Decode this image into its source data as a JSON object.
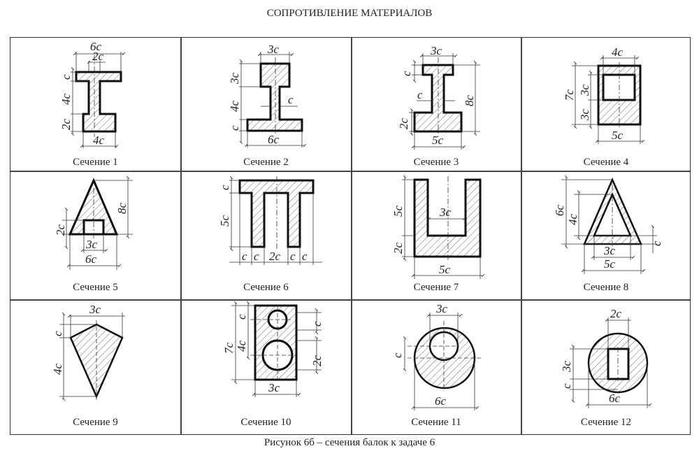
{
  "document": {
    "title": "СОПРОТИВЛЕНИЕ МАТЕРИАЛОВ",
    "figure_caption": "Рисунок 6б – сечения балок к задаче 6"
  },
  "sections": [
    {
      "caption": "Сечение 1",
      "shape": "asymmetric I-beam",
      "dims": {
        "top_width": "6c",
        "web_width": "2c",
        "top_flange": "c",
        "web_height": "4c",
        "bottom_flange": "2c",
        "bottom_width": "4c"
      }
    },
    {
      "caption": "Сечение 2",
      "shape": "I-beam with square top",
      "dims": {
        "top_width": "3c",
        "top_height": "3c",
        "web_height": "4c",
        "web_width": "c",
        "bottom_flange": "c",
        "bottom_width": "6c"
      }
    },
    {
      "caption": "Сечение 3",
      "shape": "I-beam",
      "dims": {
        "top_width": "3c",
        "top_flange": "c",
        "web_width": "c",
        "total_height": "8c",
        "bottom_flange": "2c",
        "bottom_width": "5c"
      }
    },
    {
      "caption": "Сечение 4",
      "shape": "rectangle with square hole",
      "dims": {
        "hole_width": "4c",
        "total_height": "7c",
        "hole_height": "3c",
        "bottom_part": "3c",
        "width": "5c"
      }
    },
    {
      "caption": "Сечение 5",
      "shape": "triangle with rectangular notch",
      "dims": {
        "height": "8c",
        "notch_height": "2c",
        "notch_width": "3c",
        "base": "6c"
      }
    },
    {
      "caption": "Сечение 6",
      "shape": "double-T (П) section",
      "dims": {
        "flange": "c",
        "leg_height": "5c",
        "bottom": [
          "c",
          "c",
          "2c",
          "c",
          "c"
        ]
      }
    },
    {
      "caption": "Сечение 7",
      "shape": "channel (U) section",
      "dims": {
        "inner_height": "5c",
        "inner_width": "3c",
        "base_height": "2c",
        "width": "5c"
      }
    },
    {
      "caption": "Сечение 8",
      "shape": "hollow triangle",
      "dims": {
        "outer_height": "6c",
        "inner_height": "4c",
        "base_thickness": "c",
        "inner_base": "3c",
        "outer_base": "5c"
      }
    },
    {
      "caption": "Сечение 9",
      "shape": "kite quadrilateral",
      "dims": {
        "width": "3c",
        "top": "c",
        "bottom": "4c"
      }
    },
    {
      "caption": "Сечение 10",
      "shape": "rectangle with two round holes",
      "dims": {
        "height": "7c",
        "offset": "4c",
        "top_gap": "c",
        "small_hole": "c",
        "large_hole": "2c",
        "width": "3c"
      }
    },
    {
      "caption": "Сечение 11",
      "shape": "circle with eccentric round hole",
      "dims": {
        "hole_diameter": "3c",
        "eccentricity": "c",
        "diameter": "6c"
      }
    },
    {
      "caption": "Сечение 12",
      "shape": "circle with rectangular hole",
      "dims": {
        "hole_width": "2c",
        "hole_height": "3c",
        "offset": "c",
        "diameter": "6c"
      }
    }
  ],
  "labels": {
    "c": "c",
    "2c": "2c",
    "3c": "3c",
    "4c": "4c",
    "5c": "5c",
    "6c": "6c",
    "7c": "7c",
    "8c": "8c"
  }
}
